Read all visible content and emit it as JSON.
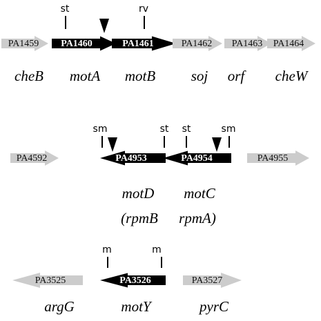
{
  "colors": {
    "dark": "#000000",
    "light": "#cccccc",
    "text_dark_fill": "#ffffff",
    "text_light_fill": "#111111"
  },
  "clusters": [
    {
      "id": "cluster-1",
      "genes": [
        {
          "id": "PA1459",
          "label": "PA1459",
          "direction": "right",
          "fill": "light"
        },
        {
          "id": "PA1460",
          "label": "PA1460",
          "direction": "right",
          "fill": "dark"
        },
        {
          "id": "PA1461",
          "label": "PA1461",
          "direction": "right",
          "fill": "dark"
        },
        {
          "id": "PA1462",
          "label": "PA1462",
          "direction": "right",
          "fill": "light"
        },
        {
          "id": "PA1463",
          "label": "PA1463",
          "direction": "right",
          "fill": "light"
        },
        {
          "id": "PA1464",
          "label": "PA1464",
          "direction": "right",
          "fill": "light"
        }
      ],
      "site_labels": [
        "st",
        "rv"
      ],
      "insertions": 1,
      "gene_names": [
        "cheB",
        "motA",
        "motB",
        "soj",
        "orf",
        "cheW"
      ]
    },
    {
      "id": "cluster-2",
      "genes": [
        {
          "id": "PA4592",
          "label": "PA4592",
          "direction": "right",
          "fill": "light"
        },
        {
          "id": "PA4953",
          "label": "PA4953",
          "direction": "left",
          "fill": "dark"
        },
        {
          "id": "PA4954",
          "label": "PA4954",
          "direction": "left",
          "fill": "dark"
        },
        {
          "id": "PA4955",
          "label": "PA4955",
          "direction": "right",
          "fill": "light"
        }
      ],
      "site_labels": [
        "sm",
        "st",
        "st",
        "sm"
      ],
      "insertions": 2,
      "gene_names": [
        "motD",
        "motC"
      ],
      "gene_names_alt": [
        "(rpmB",
        "rpmA)"
      ]
    },
    {
      "id": "cluster-3",
      "genes": [
        {
          "id": "PA3525",
          "label": "PA3525",
          "direction": "left",
          "fill": "light"
        },
        {
          "id": "PA3526",
          "label": "PA3526",
          "direction": "left",
          "fill": "dark"
        },
        {
          "id": "PA3527",
          "label": "PA3527",
          "direction": "right",
          "fill": "light"
        }
      ],
      "site_labels": [
        "m",
        "m"
      ],
      "insertions": 0,
      "gene_names": [
        "argG",
        "motY",
        "pyrC"
      ]
    }
  ]
}
